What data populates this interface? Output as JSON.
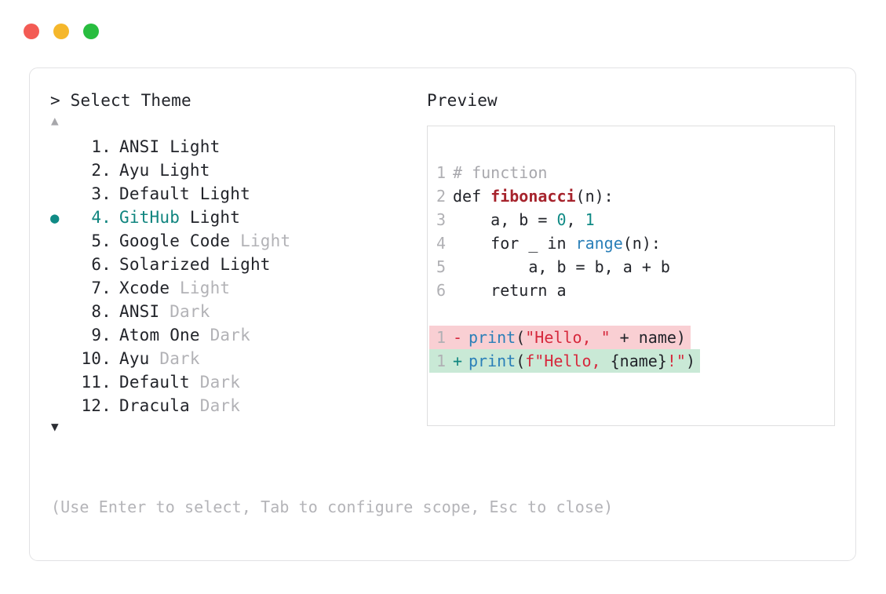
{
  "window": {
    "dots": [
      {
        "name": "close-dot",
        "color": "#f35b54"
      },
      {
        "name": "minimize-dot",
        "color": "#f5b72b"
      },
      {
        "name": "maximize-dot",
        "color": "#28bd3f"
      }
    ]
  },
  "colors": {
    "accent_teal": "#10857f",
    "muted_gray": "#b2b2b6",
    "text_dark": "#22242a",
    "diff_del_bg": "#f9cfd3",
    "diff_add_bg": "#c9e9d6",
    "string_red": "#d6283c",
    "function_red": "#a6232c",
    "builtin_blue": "#2a7fb8",
    "panel_border": "#e2e2e4"
  },
  "selector": {
    "prompt": "> Select Theme",
    "scroll_up_icon": "▲",
    "scroll_down_icon": "▼",
    "selected_index": 4,
    "bullet_icon": "●",
    "items": [
      {
        "index": "1.",
        "name": "ANSI",
        "variant": "Light",
        "variant_muted": false,
        "selected": false
      },
      {
        "index": "2.",
        "name": "Ayu",
        "variant": "Light",
        "variant_muted": false,
        "selected": false
      },
      {
        "index": "3.",
        "name": "Default",
        "variant": "Light",
        "variant_muted": false,
        "selected": false
      },
      {
        "index": "4.",
        "name": "GitHub",
        "variant": "Light",
        "variant_muted": false,
        "selected": true
      },
      {
        "index": "5.",
        "name": "Google Code",
        "variant": "Light",
        "variant_muted": true,
        "selected": false
      },
      {
        "index": "6.",
        "name": "Solarized",
        "variant": "Light",
        "variant_muted": false,
        "selected": false
      },
      {
        "index": "7.",
        "name": "Xcode",
        "variant": "Light",
        "variant_muted": true,
        "selected": false
      },
      {
        "index": "8.",
        "name": "ANSI",
        "variant": "Dark",
        "variant_muted": true,
        "selected": false
      },
      {
        "index": "9.",
        "name": "Atom One",
        "variant": "Dark",
        "variant_muted": true,
        "selected": false
      },
      {
        "index": "10.",
        "name": "Ayu",
        "variant": "Dark",
        "variant_muted": true,
        "selected": false
      },
      {
        "index": "11.",
        "name": "Default",
        "variant": "Dark",
        "variant_muted": true,
        "selected": false
      },
      {
        "index": "12.",
        "name": "Dracula",
        "variant": "Dark",
        "variant_muted": true,
        "selected": false
      }
    ],
    "footer_hint": "(Use Enter to select, Tab to configure scope, Esc to close)"
  },
  "preview": {
    "label": "Preview",
    "code_lines": [
      {
        "n": "1",
        "tokens": [
          {
            "t": "# function",
            "c": "tok-comment"
          }
        ]
      },
      {
        "n": "2",
        "tokens": [
          {
            "t": "def ",
            "c": "tok-kw"
          },
          {
            "t": "fibonacci",
            "c": "tok-fn"
          },
          {
            "t": "(n):",
            "c": "tok-plain"
          }
        ]
      },
      {
        "n": "3",
        "tokens": [
          {
            "t": "    a, b = ",
            "c": "tok-plain"
          },
          {
            "t": "0",
            "c": "tok-num"
          },
          {
            "t": ", ",
            "c": "tok-plain"
          },
          {
            "t": "1",
            "c": "tok-num"
          }
        ]
      },
      {
        "n": "4",
        "tokens": [
          {
            "t": "    for _ in ",
            "c": "tok-plain"
          },
          {
            "t": "range",
            "c": "tok-builtin"
          },
          {
            "t": "(n):",
            "c": "tok-plain"
          }
        ]
      },
      {
        "n": "5",
        "tokens": [
          {
            "t": "        a, b = b, a + b",
            "c": "tok-plain"
          }
        ]
      },
      {
        "n": "6",
        "tokens": [
          {
            "t": "    return a",
            "c": "tok-plain"
          }
        ]
      }
    ],
    "diff_lines": [
      {
        "n": "1",
        "kind": "del",
        "sign": "-",
        "tokens": [
          {
            "t": "print",
            "c": "tok-builtin"
          },
          {
            "t": "(",
            "c": "tok-plain"
          },
          {
            "t": "\"Hello, \"",
            "c": "tok-str"
          },
          {
            "t": " + name)",
            "c": "tok-plain"
          }
        ]
      },
      {
        "n": "1",
        "kind": "add",
        "sign": "+",
        "tokens": [
          {
            "t": "print",
            "c": "tok-builtin"
          },
          {
            "t": "(",
            "c": "tok-plain"
          },
          {
            "t": "f\"Hello, ",
            "c": "tok-str"
          },
          {
            "t": "{name}",
            "c": "tok-plain"
          },
          {
            "t": "!\"",
            "c": "tok-str"
          },
          {
            "t": ")",
            "c": "tok-plain"
          }
        ]
      }
    ]
  }
}
